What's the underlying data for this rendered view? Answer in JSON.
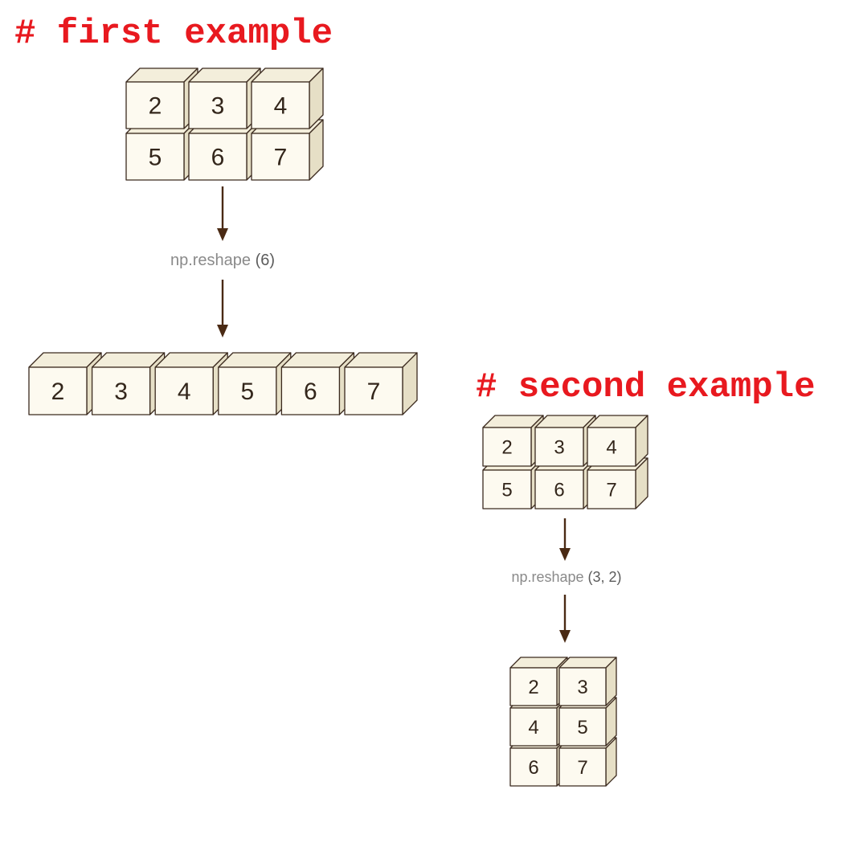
{
  "examples": [
    {
      "heading": "# first example",
      "input": [
        [
          "2",
          "3",
          "4"
        ],
        [
          "5",
          "6",
          "7"
        ]
      ],
      "operation": {
        "fn": "np.reshape",
        "args": "(6)"
      },
      "output": [
        [
          "2",
          "3",
          "4",
          "5",
          "6",
          "7"
        ]
      ]
    },
    {
      "heading": "# second example",
      "input": [
        [
          "2",
          "3",
          "4"
        ],
        [
          "5",
          "6",
          "7"
        ]
      ],
      "operation": {
        "fn": "np.reshape",
        "args": "(3, 2)"
      },
      "output": [
        [
          "2",
          "3"
        ],
        [
          "4",
          "5"
        ],
        [
          "6",
          "7"
        ]
      ]
    }
  ],
  "colors": {
    "heading": "#e8191f",
    "cube_front": "#fdfaf0",
    "cube_outline": "#3b2a1e",
    "arrow": "#4a2a14",
    "operation_text": "#8a8a8a"
  }
}
